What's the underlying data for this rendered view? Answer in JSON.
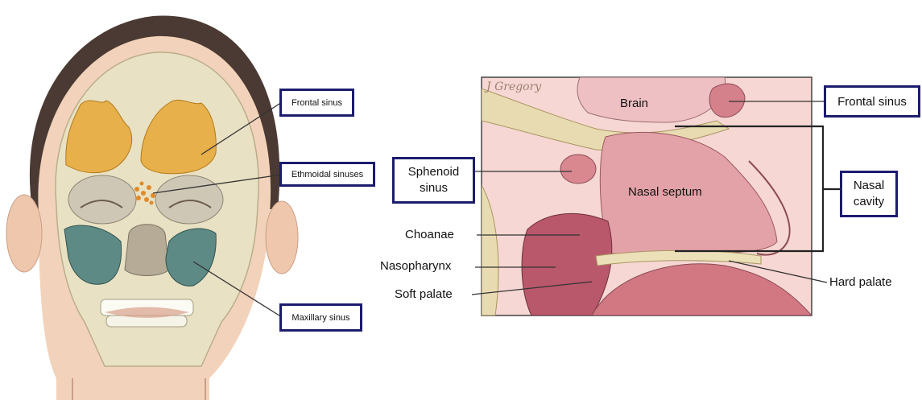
{
  "left_labels": {
    "frontal": "Frontal sinus",
    "ethmoidal": "Ethmoidal sinuses",
    "maxillary": "Maxillary sinus"
  },
  "right_labels": {
    "watermark": "J Gregory",
    "brain": "Brain",
    "frontal": "Frontal sinus",
    "sphenoid_line1": "Sphenoid",
    "sphenoid_line2": "sinus",
    "nasal_septum": "Nasal septum",
    "nasal_cavity_line1": "Nasal",
    "nasal_cavity_line2": "cavity",
    "choanae": "Choanae",
    "nasopharynx": "Nasopharynx",
    "soft_palate": "Soft palate",
    "hard_palate": "Hard palate"
  },
  "colors": {
    "label_border": "#1c1c6e",
    "frontal_sinus": "#e8b04a",
    "maxillary_sinus": "#5e8a86",
    "ethmoid_sinus": "#e08a2a",
    "skull_bone": "#e7e0bf",
    "skin": "#f3cfb6",
    "tissue_pink": "#d88c92"
  }
}
